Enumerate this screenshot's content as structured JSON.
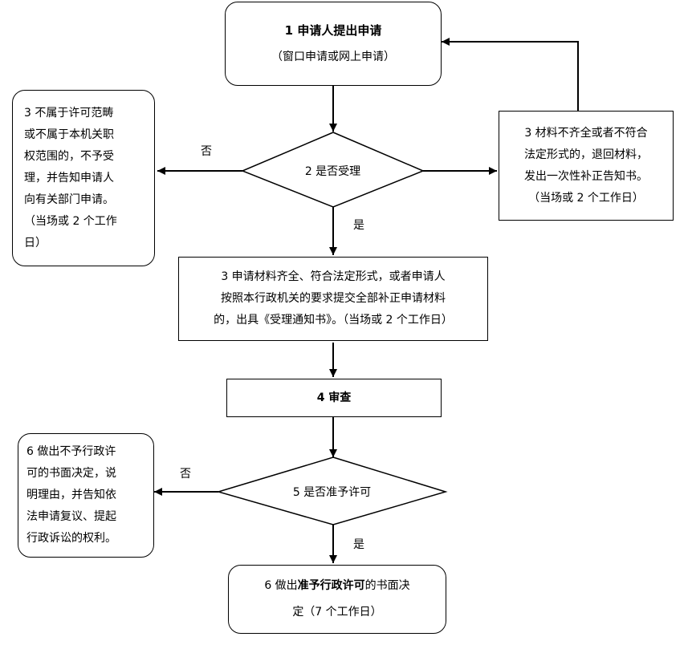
{
  "nodes": {
    "apply": {
      "title": "1 申请人提出申请",
      "subtitle": "（窗口申请或网上申请）"
    },
    "reject_scope": {
      "lines": [
        "3 不属于许可范畴",
        "或不属于本机关职",
        "权范围的，不予受",
        "理，并告知申请人",
        "向有关部门申请。",
        "（当场或 2 个工作",
        "日）"
      ]
    },
    "accept_decision": {
      "text": "2 是否受理"
    },
    "incomplete": {
      "lines": [
        "3 材料不齐全或者不符合",
        "法定形式的，退回材料，",
        "发出一次性补正告知书。",
        "（当场或 2 个工作日）"
      ]
    },
    "accept": {
      "lines": [
        "3 申请材料齐全、符合法定形式，或者申请人",
        "按照本行政机关的要求提交全部补正申请材料",
        "的，出具《受理通知书》。（当场或 2 个工作日）"
      ]
    },
    "review": {
      "text": "4 审查"
    },
    "approve_decision": {
      "text": "5 是否准予许可"
    },
    "deny": {
      "lines": [
        "6  做出不予行政许",
        "可的书面决定，说",
        "明理由，并告知依",
        "法申请复议、提起",
        "行政诉讼的权利。"
      ]
    },
    "grant": {
      "line1_prefix": "6 做出",
      "line1_bold": "准予行政许可",
      "line1_suffix": "的书面决",
      "line2": "定（7 个工作日）"
    }
  },
  "edge_labels": {
    "no_accept": "否",
    "yes_accept": "是",
    "no_approve": "否",
    "yes_approve": "是"
  }
}
